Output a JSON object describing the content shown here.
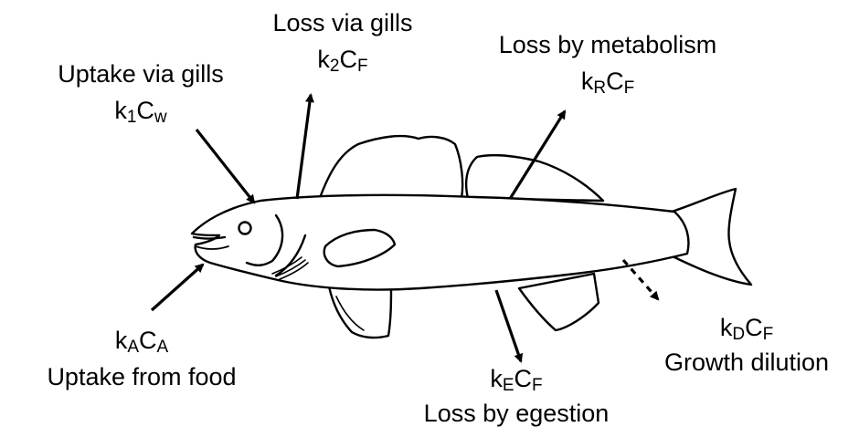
{
  "diagram": {
    "uptake_gills": {
      "title": "Uptake via gills",
      "coef": "k",
      "coef_sub": "1",
      "conc": "C",
      "conc_sub": "w"
    },
    "loss_gills": {
      "title": "Loss via gills",
      "coef": "k",
      "coef_sub": "2",
      "conc": "C",
      "conc_sub": "F"
    },
    "loss_metabolism": {
      "title": "Loss by metabolism",
      "coef": "k",
      "coef_sub": "R",
      "conc": "C",
      "conc_sub": "F"
    },
    "uptake_food": {
      "title": "Uptake from food",
      "coef": "k",
      "coef_sub": "A",
      "conc": "C",
      "conc_sub": "A"
    },
    "loss_egestion": {
      "title": "Loss by egestion",
      "coef": "k",
      "coef_sub": "E",
      "conc": "C",
      "conc_sub": "F"
    },
    "growth_dilution": {
      "title": "Growth dilution",
      "coef": "k",
      "coef_sub": "D",
      "conc": "C",
      "conc_sub": "F"
    }
  }
}
